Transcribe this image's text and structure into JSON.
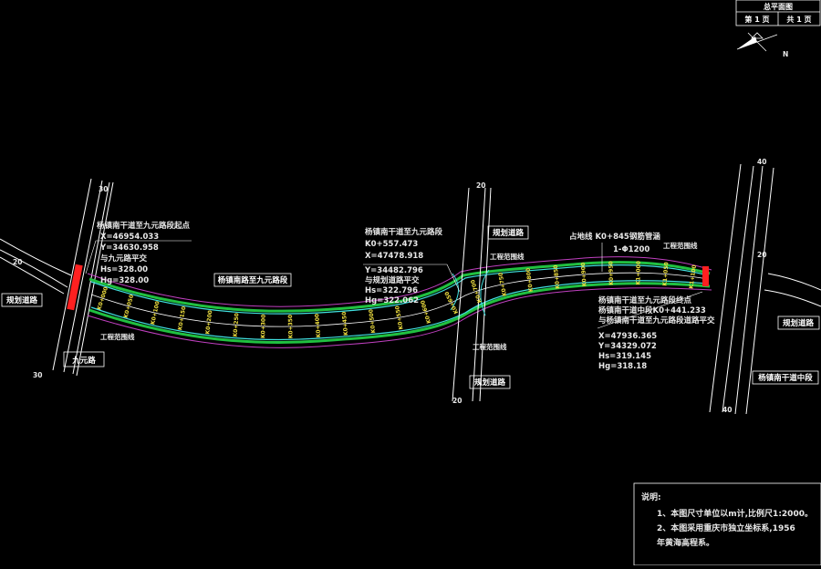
{
  "title_block": {
    "title": "总平面图",
    "page_label": "第 1 页",
    "total_label": "共 1 页"
  },
  "north_arrow": {
    "label": "N"
  },
  "roads": {
    "jiuyuan_road": "九元路",
    "planned_road_left": "规划道路",
    "planned_road_mid_top": "规划道路",
    "planned_road_mid_bottom": "规划道路",
    "planned_road_right": "规划道路",
    "nancheng_trunk": "杨镇南干道中段",
    "route_name": "杨镇南路至九元路段"
  },
  "boundary_labels": {
    "left": "工程范围线",
    "mid_top": "工程范围线",
    "mid_bottom": "工程范围线",
    "right": "工程范围线"
  },
  "widths": {
    "left_top": "30",
    "left_side": "20",
    "left_bottom": "30",
    "mid_top": "20",
    "mid_bottom": "20",
    "right_top": "40",
    "right_bottom": "40",
    "right_side": "20"
  },
  "annotation_start": {
    "lines": [
      "杨镇南干道至九元路段起点",
      "X=46954.033",
      "Y=34630.958",
      "与九元路平交",
      "Hs=328.00",
      "Hg=328.00"
    ]
  },
  "annotation_mid": {
    "lines": [
      "杨镇南干道至九元路段",
      "K0+557.473",
      "X=47478.918",
      "Y=34482.796",
      "与规划道路平交",
      "Hs=322.796",
      "Hg=322.062"
    ]
  },
  "annotation_culvert": {
    "lines": [
      "占地线  K0+845钢筋管涵",
      "1-Φ1200"
    ]
  },
  "annotation_end": {
    "lines": [
      "杨镇南干道至九元路段终点",
      "杨镇南干道中段K0+441.233",
      "与杨镇南干道至九元路段道路平交",
      "X=47936.365",
      "Y=34329.072",
      "Hs=319.145",
      "Hg=318.18"
    ]
  },
  "stations": [
    "K0+000",
    "K0+050",
    "K0+100",
    "K0+150",
    "K0+200",
    "K0+250",
    "K0+300",
    "K0+350",
    "K0+400",
    "K0+450",
    "K0+500",
    "K0+550",
    "K0+600",
    "K0+650",
    "K0+700",
    "K0+750",
    "K0+800",
    "K0+850",
    "K0+900",
    "K0+950",
    "K1+000",
    "K1+050",
    "K1+100"
  ],
  "notes": {
    "heading": "说明:",
    "items": [
      "1、本图尺寸单位以m计,比例尺1:2000。",
      "2、本图采用重庆市独立坐标系,1956",
      "    年黄海高程系。"
    ]
  },
  "colors": {
    "background": "#000000",
    "road_outline": "#ffffff",
    "boundary": "#c040c0",
    "edge_cyan": "#40e0e0",
    "edge_green": "#20c040",
    "centerline": "#ffffff",
    "station": "#f0e040",
    "highlight_red": "#ff2020"
  }
}
